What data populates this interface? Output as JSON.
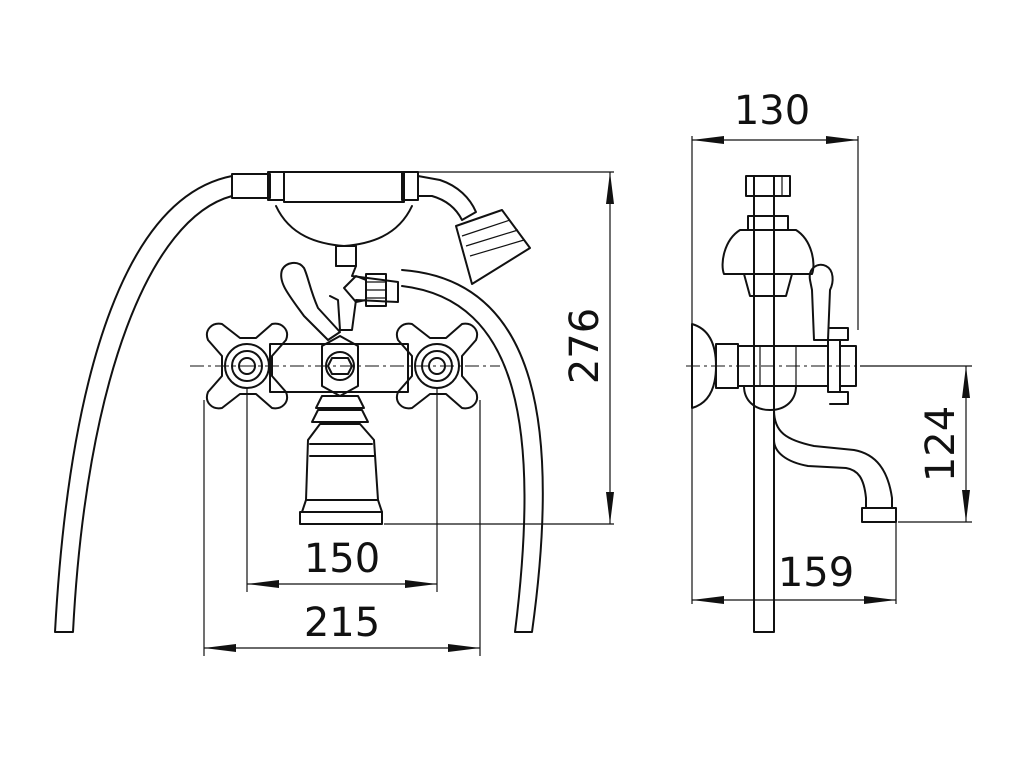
{
  "dimensions": {
    "front_total_width": "215",
    "front_valve_spacing": "150",
    "front_height": "276",
    "side_depth": "130",
    "side_spout_projection": "159",
    "side_spout_height": "124"
  }
}
